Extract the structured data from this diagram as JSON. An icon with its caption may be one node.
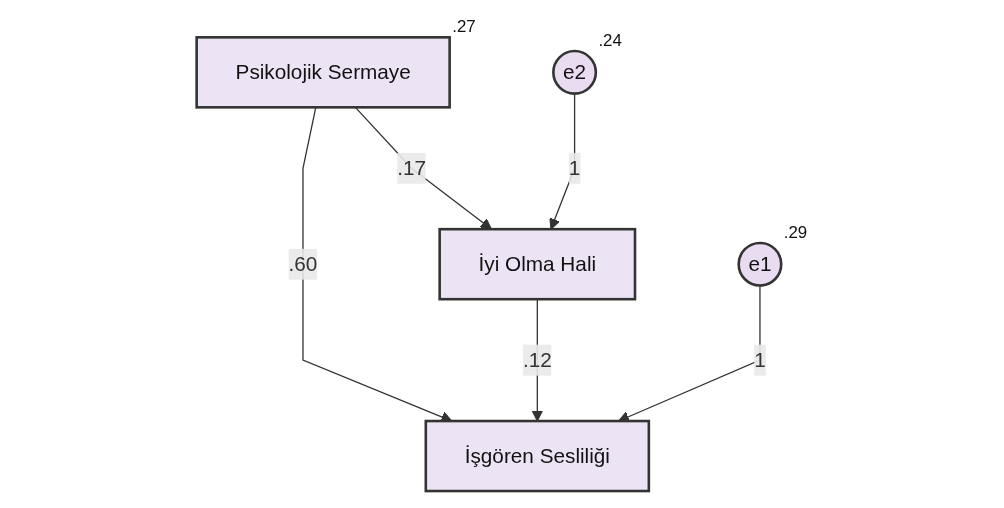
{
  "diagram": {
    "nodes": [
      {
        "text": [
          "e1"
        ],
        "beside": [
          ".29"
        ]
      },
      {
        "text": [
          "Psikolojik Sermaye"
        ],
        "beside": [
          ".27"
        ]
      },
      {
        "text": [
          "İşgören Sesliliği"
        ]
      },
      {
        "text": [
          "e2"
        ],
        "beside": [
          ".24"
        ]
      },
      {
        "text": [
          "İyi Olma Hali"
        ]
      }
    ],
    "edges": [
      {
        "from": 1,
        "to": 2,
        "arrow": "to",
        "label": ".60"
      },
      {
        "from": 1,
        "to": 4,
        "arrow": "to",
        "label": ".17"
      },
      {
        "from": 4,
        "to": 2,
        "arrow": "to",
        "label": ".12"
      },
      {
        "from": 0,
        "to": 2,
        "arrow": "to",
        "label": "1"
      },
      {
        "from": 3,
        "to": 4,
        "arrow": "to",
        "label": "1"
      }
    ]
  }
}
